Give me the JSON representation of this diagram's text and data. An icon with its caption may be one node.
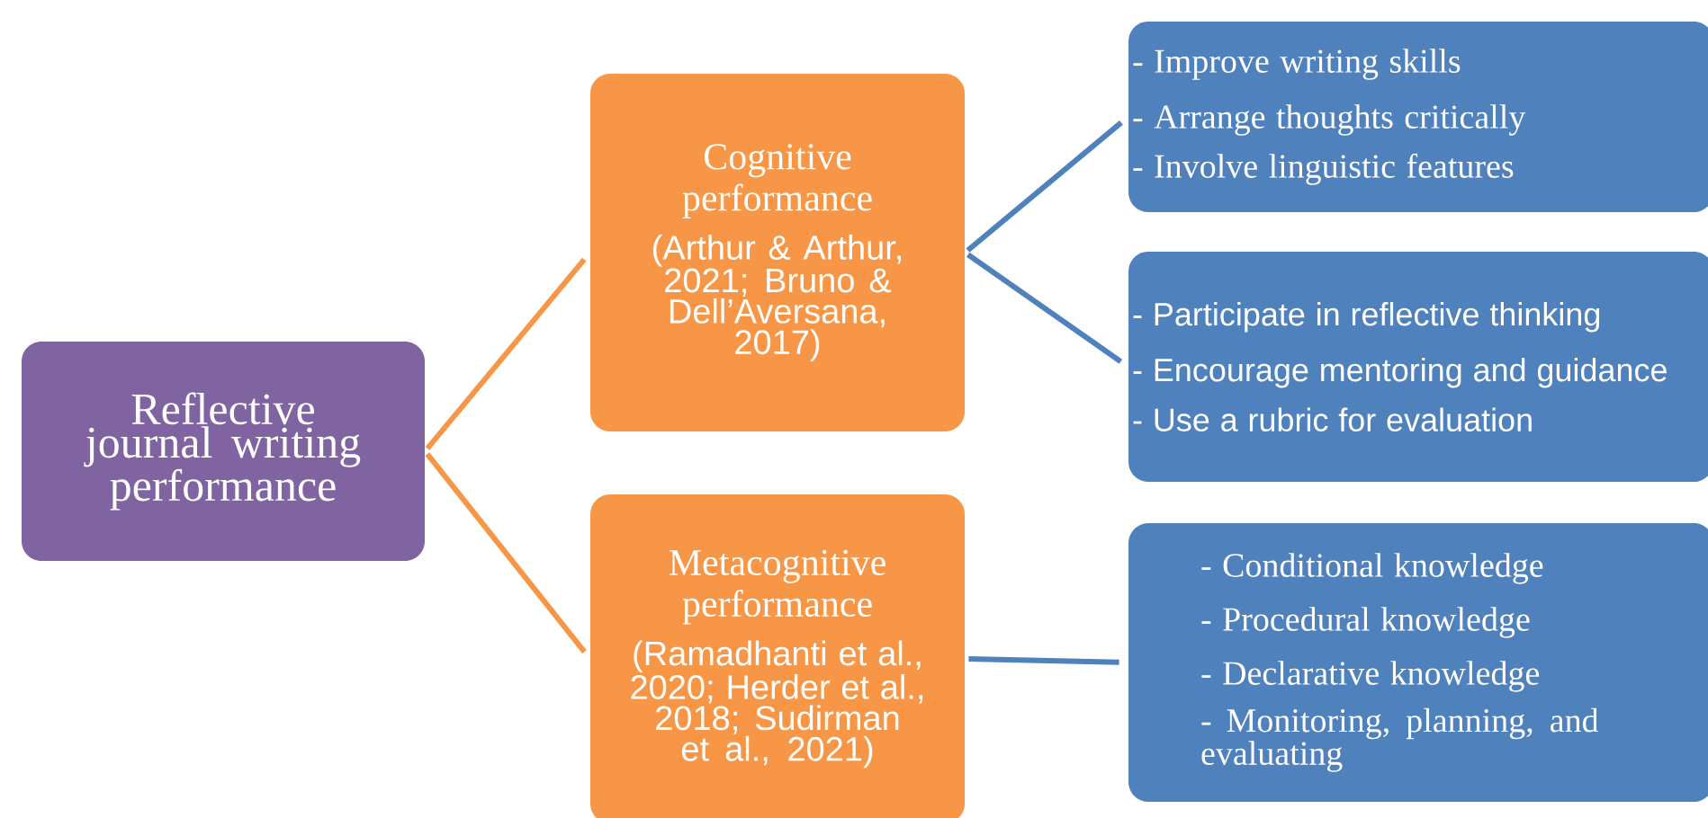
{
  "diagram": {
    "nodes": [
      {
        "text": [
          "Reflective journal writing performance"
        ]
      },
      {
        "text": [
          "Cognitive performance",
          "(Arthur & Arthur, 2021;  Bruno & Dell’Aversana, 2017)"
        ]
      },
      {
        "text": [
          "Metacognitive performance",
          "(Ramadhanti et al., 2020; Herder et al., 2018; Sudirman et al., 2021)"
        ]
      },
      {
        "text": [
          "- Improve writing skills",
          "- Arrange thoughts critically",
          "- Involve linguistic features"
        ]
      },
      {
        "text": [
          "- Participate in reflective thinking",
          "- Encourage mentoring and guidance",
          "- Use a rubric for evaluation"
        ]
      },
      {
        "text": [
          "- Conditional knowledge",
          "- Procedural knowledge",
          "- Declarative knowledge",
          "- Monitoring, planning, and evaluating"
        ]
      }
    ],
    "edges": [
      {
        "from": 0,
        "to": 1,
        "arrow": "none",
        "color": "#f79646"
      },
      {
        "from": 0,
        "to": 2,
        "arrow": "none",
        "color": "#f79646"
      },
      {
        "from": 1,
        "to": 3,
        "arrow": "none",
        "color": "#4f81bd"
      },
      {
        "from": 1,
        "to": 4,
        "arrow": "none",
        "color": "#4f81bd"
      },
      {
        "from": 2,
        "to": 5,
        "arrow": "none",
        "color": "#4f81bd"
      }
    ]
  }
}
